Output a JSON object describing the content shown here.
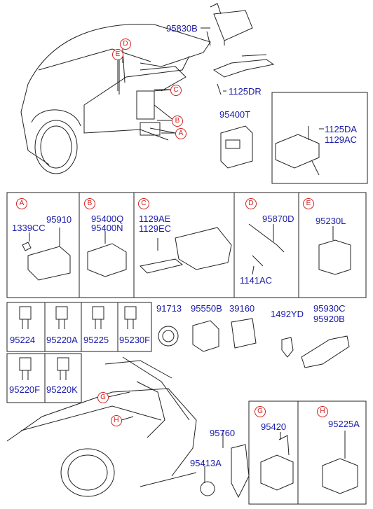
{
  "callouts": {
    "top": [
      "D",
      "E",
      "C",
      "B",
      "A"
    ],
    "trunk": [
      "G",
      "H"
    ]
  },
  "top_labels": {
    "p95830B": "95830B",
    "p1125DR": "1125DR",
    "p95400T": "95400T",
    "p1125DA": "1125DA",
    "p1129AC": "1129AC"
  },
  "section_a": {
    "letter": "A",
    "parts": [
      "1339CC",
      "95910"
    ]
  },
  "section_b": {
    "letter": "B",
    "parts": [
      "95400Q",
      "95400N"
    ]
  },
  "section_c": {
    "letter": "C",
    "parts": [
      "1129AE",
      "1129EC"
    ]
  },
  "section_d": {
    "letter": "D",
    "parts": [
      "95870D",
      "1141AC"
    ]
  },
  "section_e": {
    "letter": "E",
    "parts": [
      "95230L"
    ]
  },
  "relay_row": [
    "95224",
    "95220A",
    "95225",
    "95230F"
  ],
  "relay_row2": [
    "95220F",
    "95220K"
  ],
  "middle_labels": {
    "p91713": "91713",
    "p95550B": "95550B",
    "p39160": "39160",
    "p1492YD": "1492YD",
    "p95930C": "95930C",
    "p95920B": "95920B"
  },
  "bottom_labels": {
    "p95760": "95760",
    "p95413A": "95413A"
  },
  "section_g": {
    "letter": "G",
    "parts": [
      "95420"
    ]
  },
  "section_h": {
    "letter": "H",
    "parts": [
      "95225A"
    ]
  },
  "colors": {
    "label": "#1a1aa8",
    "callout": "#d42020",
    "line": "#222222"
  }
}
